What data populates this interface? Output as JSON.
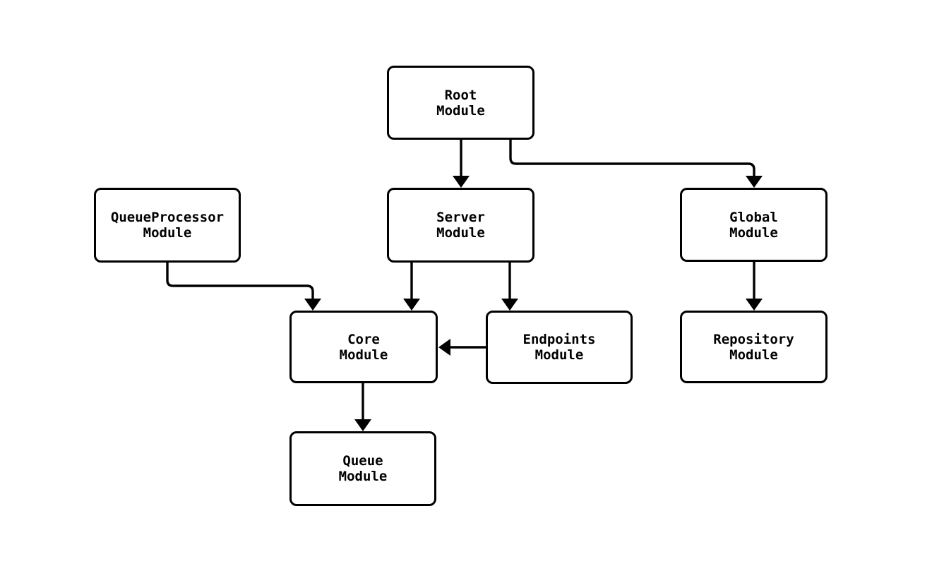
{
  "diagram": {
    "type": "flowchart",
    "background_color": "#ffffff",
    "node_fill_color": "#ffffff",
    "node_border_color": "#000000",
    "edge_color": "#000000",
    "text_color": "#000000",
    "nodes": {
      "root": {
        "label": "Root\nModule"
      },
      "queue_processor": {
        "label": "QueueProcessor\nModule"
      },
      "server": {
        "label": "Server\nModule"
      },
      "global": {
        "label": "Global\nModule"
      },
      "core": {
        "label": "Core\nModule"
      },
      "endpoints": {
        "label": "Endpoints\nModule"
      },
      "repository": {
        "label": "Repository\nModule"
      },
      "queue": {
        "label": "Queue\nModule"
      }
    },
    "edges": [
      {
        "from": "Root Module",
        "to": "Server Module"
      },
      {
        "from": "Root Module",
        "to": "Global Module"
      },
      {
        "from": "QueueProcessor Module",
        "to": "Core Module"
      },
      {
        "from": "Server Module",
        "to": "Core Module"
      },
      {
        "from": "Server Module",
        "to": "Endpoints Module"
      },
      {
        "from": "Endpoints Module",
        "to": "Core Module"
      },
      {
        "from": "Global Module",
        "to": "Repository Module"
      },
      {
        "from": "Core Module",
        "to": "Queue Module"
      }
    ]
  }
}
